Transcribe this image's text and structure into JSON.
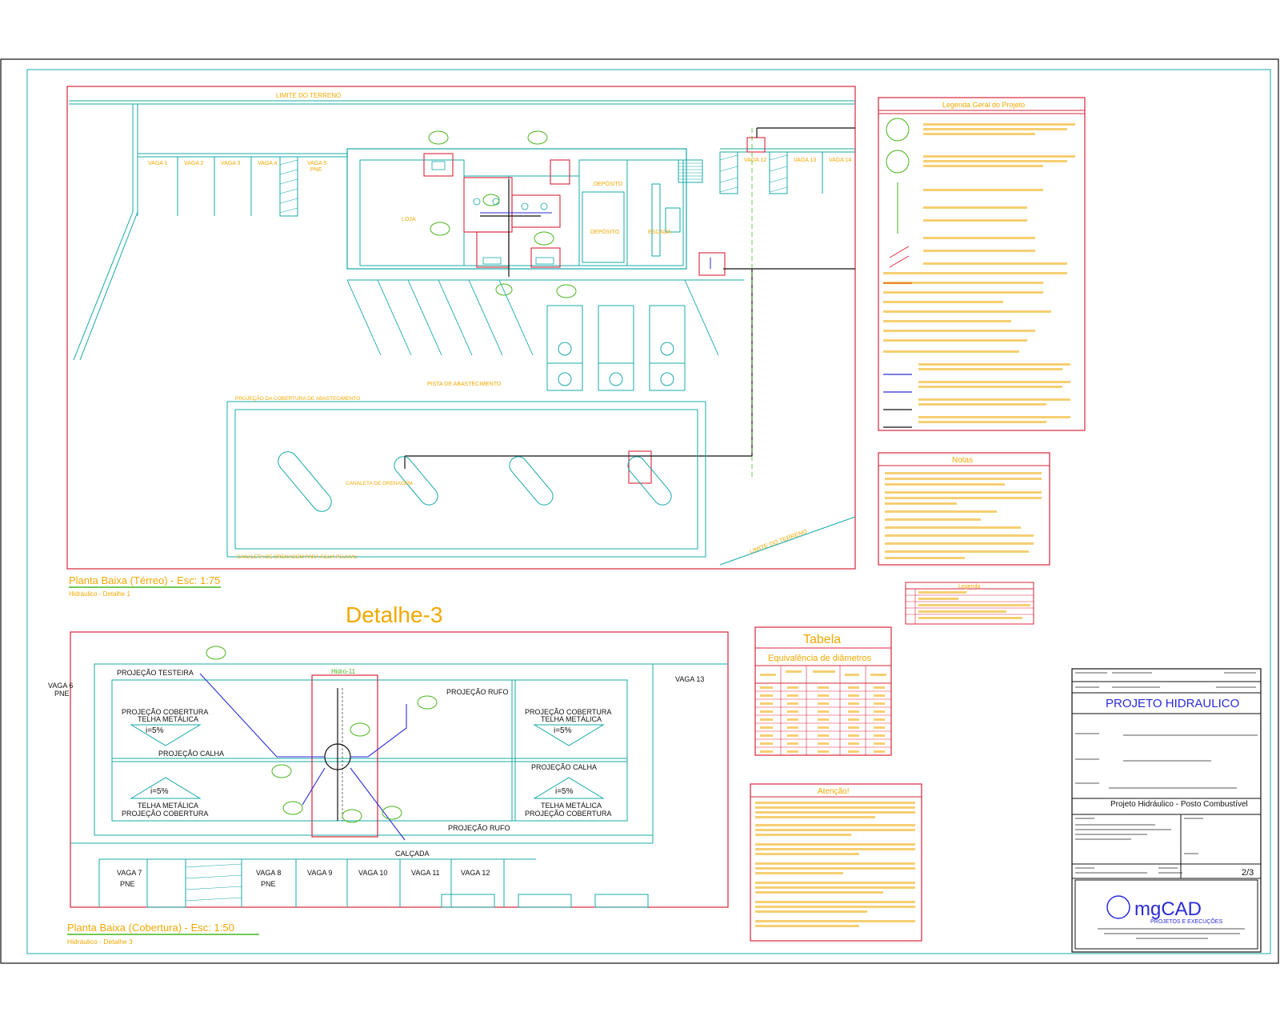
{
  "colors": {
    "cyan": "#17a8a8",
    "red": "#d9253a",
    "orange": "#f0a800",
    "green": "#46b51a",
    "blue": "#2b2bd6",
    "black": "#111111"
  },
  "planta_terreo": {
    "limite_top": "LIMITE DO TERRENO",
    "limite_bottom": "LIMITE DO TERRENO",
    "vaga1": "VAGA 1",
    "vaga2": "VAGA 2",
    "vaga3": "VAGA 3",
    "vaga4": "VAGA 4",
    "vaga5": "VAGA 5",
    "vaga5_pne": "PNE",
    "vaga12": "VAGA 12",
    "vaga13": "VAGA 13",
    "vaga14": "VAGA 14",
    "room_loja": "LOJA",
    "room_dep1": "DEPÓSITO",
    "room_dep2": "DEPÓSITO",
    "room_escada": "ESCADA",
    "pista": "PISTA DE ABASTECIMENTO",
    "projecao": "PROJEÇÃO DA COBERTURA DE ABASTECIMENTO",
    "canaleta1": "CANALETA DE DRENAGEM",
    "canaleta2": "CANALETA DE DRENAGEM PARA ÁGUA PLUVIAL",
    "title": "Planta Baixa (Térreo) - Esc: 1:75",
    "subtitle": "Hidráulico - Detalhe 1"
  },
  "detalhe3": {
    "heading": "Detalhe-3",
    "hidro": "Hidro-11",
    "projecao_testeira": "PROJEÇÃO TESTEIRA",
    "projecao_rufo_top": "PROJEÇÃO RUFO",
    "projecao_rufo_bottom": "PROJEÇÃO RUFO",
    "projecao_calha_left": "PROJEÇÃO CALHA",
    "projecao_calha_right": "PROJEÇÃO CALHA",
    "cob_tl_1": "PROJEÇÃO COBERTURA",
    "cob_tl_2": "TELHA METÁLICA",
    "cob_tl_3": "i=5%",
    "cob_tr_1": "PROJEÇÃO COBERTURA",
    "cob_tr_2": "TELHA METÁLICA",
    "cob_tr_3": "i=5%",
    "cob_bl_1": "i=5%",
    "cob_bl_2": "TELHA METÁLICA",
    "cob_bl_3": "PROJEÇÃO COBERTURA",
    "cob_br_1": "i=5%",
    "cob_br_2": "TELHA METÁLICA",
    "cob_br_3": "PROJEÇÃO COBERTURA",
    "calcada": "CALÇADA",
    "vaga6": "VAGA 6",
    "vaga6_pne": "PNE",
    "vaga13": "VAGA 13",
    "vaga7": "VAGA 7",
    "vaga7_pne": "PNE",
    "vaga8": "VAGA 8",
    "vaga8_pne": "PNE",
    "vaga9": "VAGA 9",
    "vaga10": "VAGA 10",
    "vaga11": "VAGA 11",
    "vaga12": "VAGA 12",
    "title": "Planta Baixa (Cobertura) - Esc: 1:50",
    "subtitle": "Hidráulico - Detalhe 3"
  },
  "legenda_geral": {
    "title": "Legenda Geral do Projeto"
  },
  "notas": {
    "title": "Notas"
  },
  "legenda": {
    "title": "Legenda"
  },
  "tabela": {
    "title": "Tabela",
    "subtitle": "Equivalência de diâmetros"
  },
  "atencao": {
    "title": "Atenção!"
  },
  "carimbo": {
    "projeto": "PROJETO HIDRAULICO",
    "desc": "Projeto Hidráulico - Posto Combustível",
    "folha": "2/3",
    "logo": "mgCAD",
    "logo_sub": "PROJETOS E EXECUÇÕES"
  }
}
